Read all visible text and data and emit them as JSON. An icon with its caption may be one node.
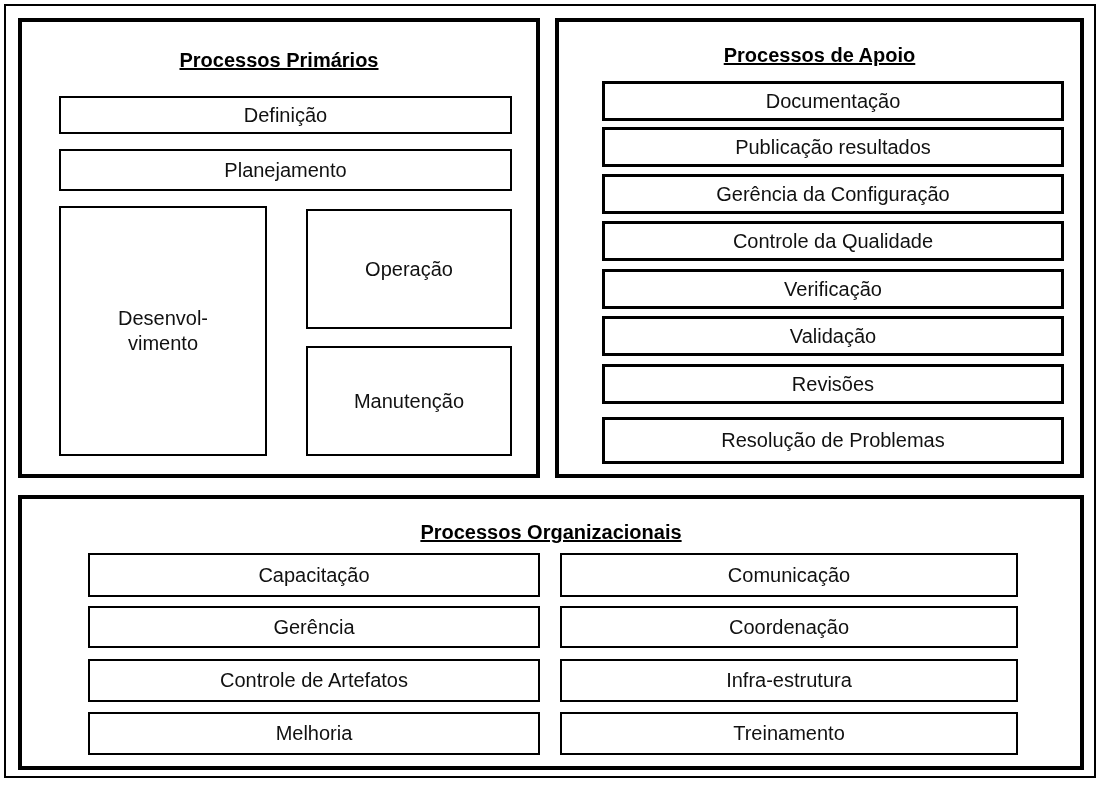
{
  "diagram": {
    "nodes": [
      {
        "text": [
          "Processos Primários"
        ]
      },
      {
        "text": [
          "Definição"
        ],
        "in": 0
      },
      {
        "text": [
          "Planejamento"
        ],
        "in": 0
      },
      {
        "text": [
          "Desenvol- vimento"
        ],
        "in": 0
      },
      {
        "text": [
          "Operação"
        ],
        "in": 0
      },
      {
        "text": [
          "Manutenção"
        ],
        "in": 0
      },
      {
        "text": [
          "Processos de Apoio"
        ]
      },
      {
        "text": [
          "Documentação"
        ],
        "in": 6
      },
      {
        "text": [
          "Publicação resultados"
        ],
        "in": 6
      },
      {
        "text": [
          "Gerência da Configuração"
        ],
        "in": 6
      },
      {
        "text": [
          "Controle da Qualidade"
        ],
        "in": 6
      },
      {
        "text": [
          "Verificação"
        ],
        "in": 6
      },
      {
        "text": [
          "Validação"
        ],
        "in": 6
      },
      {
        "text": [
          "Revisões"
        ],
        "in": 6
      },
      {
        "text": [
          "Resolução de Problemas"
        ],
        "in": 6
      },
      {
        "text": [
          "Processos Organizacionais"
        ]
      },
      {
        "text": [
          "Capacitação"
        ],
        "in": 15
      },
      {
        "text": [
          "Comunicação"
        ],
        "in": 15
      },
      {
        "text": [
          "Gerência"
        ],
        "in": 15
      },
      {
        "text": [
          "Coordenação"
        ],
        "in": 15
      },
      {
        "text": [
          "Controle de Artefatos"
        ],
        "in": 15
      },
      {
        "text": [
          "Infra-estrutura"
        ],
        "in": 15
      },
      {
        "text": [
          "Melhoria"
        ],
        "in": 15
      },
      {
        "text": [
          "Treinamento"
        ],
        "in": 15
      }
    ]
  }
}
